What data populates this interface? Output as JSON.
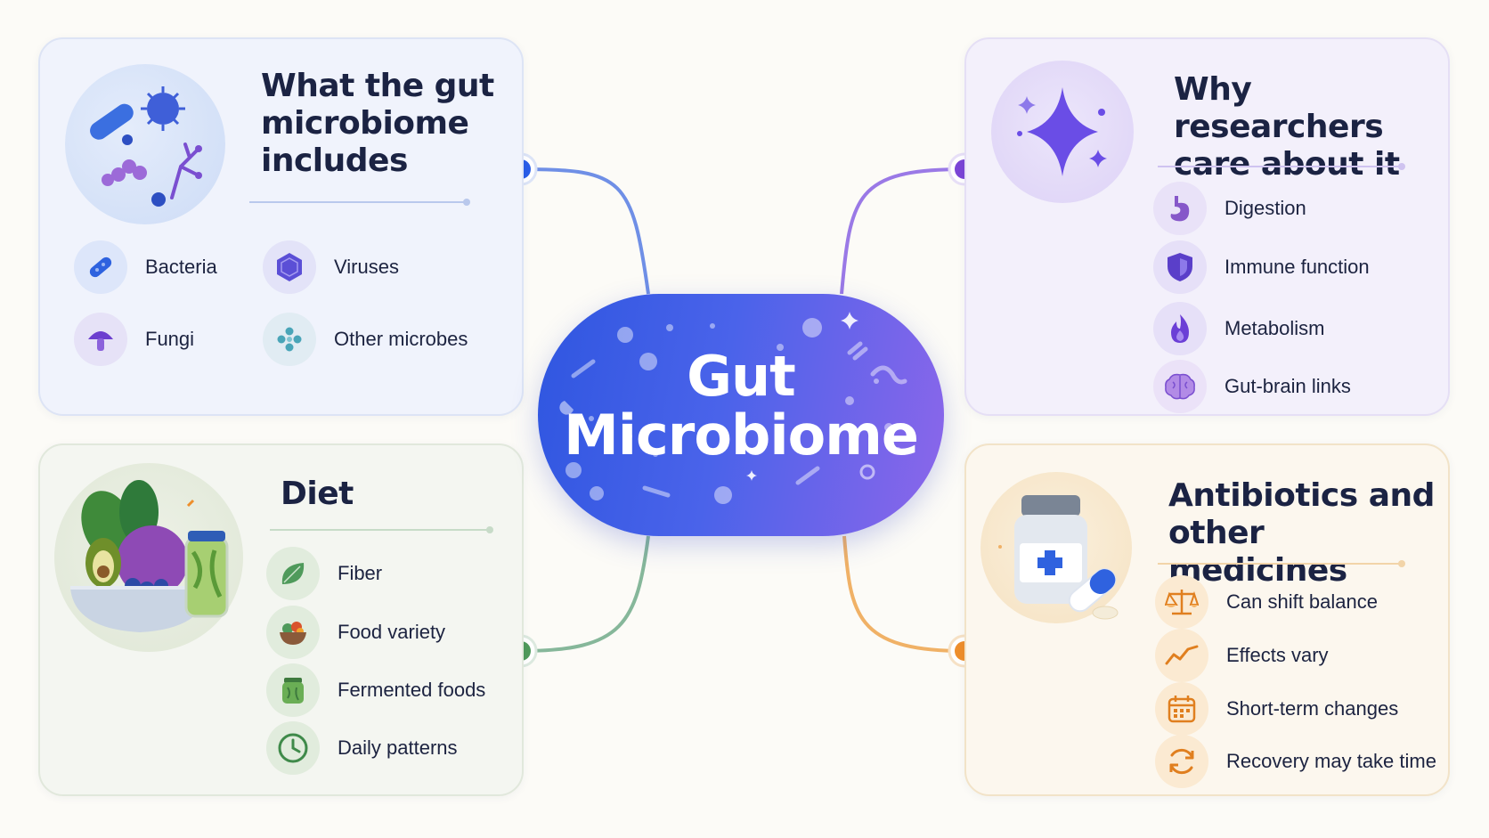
{
  "center": {
    "line1": "Gut",
    "line2": "Microbiome"
  },
  "microbiome": {
    "title_l1": "What the gut",
    "title_l2": "microbiome",
    "title_l3": "includes",
    "items": [
      "Bacteria",
      "Viruses",
      "Fungi",
      "Other microbes"
    ]
  },
  "why": {
    "title_l1": "Why researchers",
    "title_l2": "care about it",
    "items": [
      "Digestion",
      "Immune function",
      "Metabolism",
      "Gut-brain links"
    ]
  },
  "diet": {
    "title": "Diet",
    "items": [
      "Fiber",
      "Food variety",
      "Fermented foods",
      "Daily patterns"
    ]
  },
  "antibiotics": {
    "title_l1": "Antibiotics and",
    "title_l2": "other medicines",
    "items": [
      "Can shift balance",
      "Effects vary",
      "Short-term changes",
      "Recovery may take time"
    ]
  },
  "colors": {
    "microbiome": "#2a5ee8",
    "why": "#7b45d6",
    "diet": "#4f9a5b",
    "antibiotics": "#ee8e2b"
  }
}
